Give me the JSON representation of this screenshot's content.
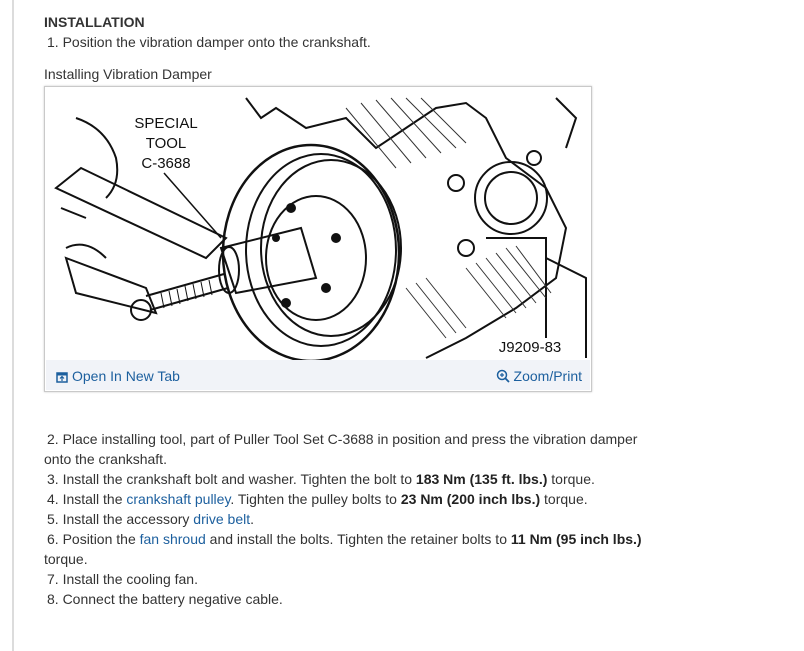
{
  "heading": "INSTALLATION",
  "step1": "1. Position the vibration damper onto the crankshaft.",
  "figure": {
    "caption": "Installing Vibration Damper",
    "tool_line1": "SPECIAL",
    "tool_line2": "TOOL",
    "tool_line3": "C-3688",
    "figure_code": "J9209-83",
    "open_label": "Open In New Tab",
    "zoom_label": "Zoom/Print"
  },
  "step2": "2. Place installing tool, part of Puller Tool Set C-3688 in position and press the vibration damper onto the crankshaft.",
  "step3": {
    "a": "3. Install the crankshaft bolt and washer. Tighten the bolt to ",
    "b": "183 Nm (135 ft. lbs.)",
    "c": " torque."
  },
  "step4": {
    "a": "4. Install the ",
    "link": "crankshaft pulley",
    "b": ". Tighten the pulley bolts to ",
    "c": "23 Nm (200 inch lbs.)",
    "d": " torque."
  },
  "step5": {
    "a": "5. Install the accessory ",
    "link": "drive belt",
    "b": "."
  },
  "step6": {
    "a": "6. Position the ",
    "link": "fan shroud",
    "b": " and install the bolts. Tighten the retainer bolts to ",
    "c": "11 Nm (95 inch lbs.)",
    "d": " torque."
  },
  "step7": "7. Install the cooling fan.",
  "step8": "8. Connect the battery negative cable.",
  "colors": {
    "link": "#1c5f9e",
    "text": "#333333",
    "bar": "#f1f3f8"
  }
}
